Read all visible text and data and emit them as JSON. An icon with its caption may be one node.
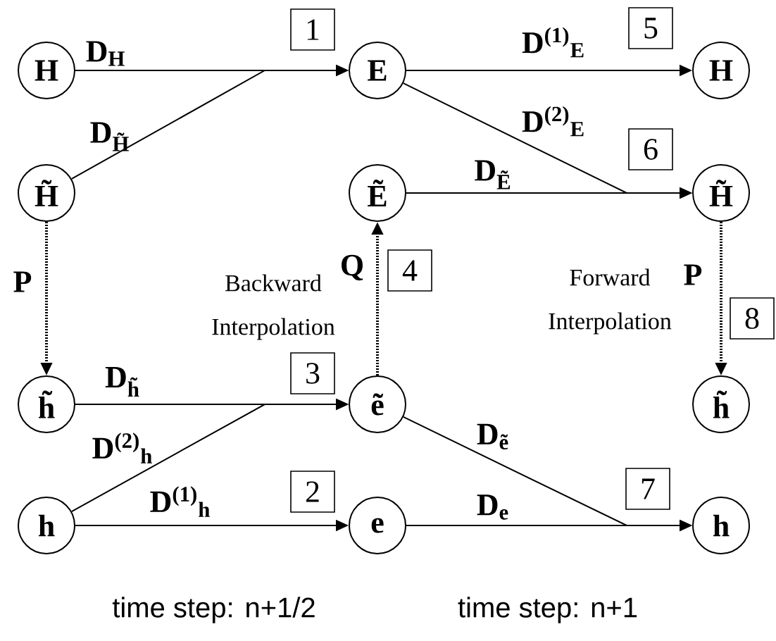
{
  "diagram": {
    "nodes": [
      {
        "text": [
          "H"
        ]
      },
      {
        "text": [
          "E"
        ]
      },
      {
        "text": [
          "H"
        ]
      },
      {
        "text": [
          "H̃"
        ]
      },
      {
        "text": [
          "Ẽ"
        ]
      },
      {
        "text": [
          "H̃"
        ]
      },
      {
        "text": [
          "h̃"
        ]
      },
      {
        "text": [
          "ẽ"
        ]
      },
      {
        "text": [
          "h̃"
        ]
      },
      {
        "text": [
          "h"
        ]
      },
      {
        "text": [
          "e"
        ]
      },
      {
        "text": [
          "h"
        ]
      },
      {
        "text": [
          "1"
        ]
      },
      {
        "text": [
          "2"
        ]
      },
      {
        "text": [
          "3"
        ]
      },
      {
        "text": [
          "4"
        ]
      },
      {
        "text": [
          "5"
        ]
      },
      {
        "text": [
          "6"
        ]
      },
      {
        "text": [
          "7"
        ]
      },
      {
        "text": [
          "8"
        ]
      }
    ],
    "edges": [
      {
        "from": 0,
        "to": 1,
        "arrow": "to",
        "label": "D$_{H}$"
      },
      {
        "from": 3,
        "to": 1,
        "arrow": "to",
        "label": "D$_{H̃}$"
      },
      {
        "from": 1,
        "to": 2,
        "arrow": "to",
        "label": "D$^{(1)}$$_{E}$"
      },
      {
        "from": 1,
        "to": 5,
        "arrow": "to",
        "label": "D$^{(2)}$$_{E}$"
      },
      {
        "from": 4,
        "to": 5,
        "arrow": "to",
        "label": "D$_{Ẽ}$"
      },
      {
        "from": 3,
        "to": 6,
        "arrow": "to",
        "label": "P",
        "style": "dashed"
      },
      {
        "from": 7,
        "to": 4,
        "arrow": "to",
        "label": "Q",
        "style": "dashed"
      },
      {
        "from": 5,
        "to": 8,
        "arrow": "to",
        "label": "P",
        "style": "dashed"
      },
      {
        "from": 6,
        "to": 7,
        "arrow": "to",
        "label": "D$_{h̃}$"
      },
      {
        "from": 9,
        "to": 7,
        "arrow": "to",
        "label": "D$^{(2)}$$_{h}$"
      },
      {
        "from": 9,
        "to": 10,
        "arrow": "to",
        "label": "D$^{(1)}$$_{h}$"
      },
      {
        "from": 7,
        "to": 11,
        "arrow": "to",
        "label": "D$_{ẽ}$"
      },
      {
        "from": 10,
        "to": 11,
        "arrow": "to",
        "label": "D$_{e}$"
      }
    ],
    "labels": [
      "Backward Interpolation",
      "Forward Interpolation",
      "time step: n+1/2",
      "time step: n+1"
    ]
  }
}
